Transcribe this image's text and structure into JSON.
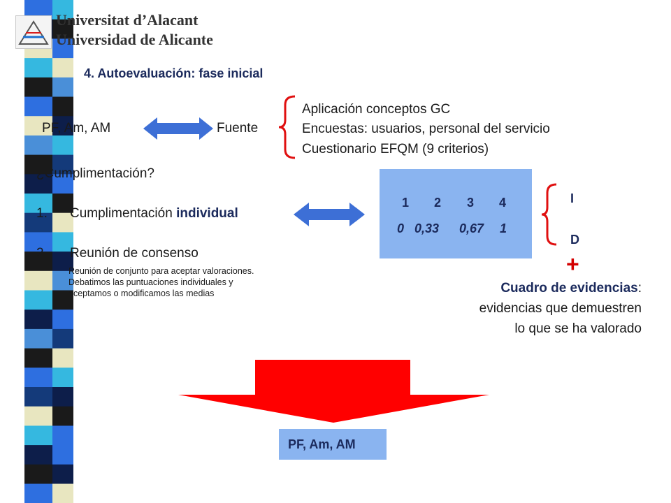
{
  "header": {
    "university_line1": "Universitat d’Alacant",
    "university_line2": "Universidad de Alicante"
  },
  "section_title": "4. Autoevaluación: fase inicial",
  "left_top_label": "PF, Am, AM",
  "source_label": "Fuente",
  "sources": [
    "Aplicación conceptos GC",
    "Encuestas: usuarios, personal del servicio",
    "Cuestionario EFQM (9 criterios)"
  ],
  "question": "¿Cumplimentación?",
  "steps": [
    {
      "number": "1.",
      "label": "Cumplimentación ",
      "label_bold": "individual"
    },
    {
      "number": "2.",
      "label": "Reunión de consenso",
      "detail": [
        "Reunión de conjunto para aceptar valoraciones.",
        "Debatimos las puntuaciones individuales y",
        "aceptamos o modificamos las medias"
      ]
    }
  ],
  "scale": {
    "levels": [
      "1",
      "2",
      "3",
      "4"
    ],
    "values": [
      "0",
      "0,33",
      "0,67",
      "1"
    ]
  },
  "idi": {
    "top": "I",
    "bottom": "D"
  },
  "plus": "+",
  "evidence": {
    "title": "Cuadro de evidencias",
    "colon": ":",
    "line2": "evidencias que demuestren",
    "line3": "lo que se ha valorado"
  },
  "result_label": "PF, Am, AM",
  "colors": {
    "accent_blue": "#3d6fd6",
    "brace_red": "#e01010",
    "arrow_red": "#ff0000",
    "box_blue": "#8ab4f0",
    "title_navy": "#1b2a5c"
  }
}
